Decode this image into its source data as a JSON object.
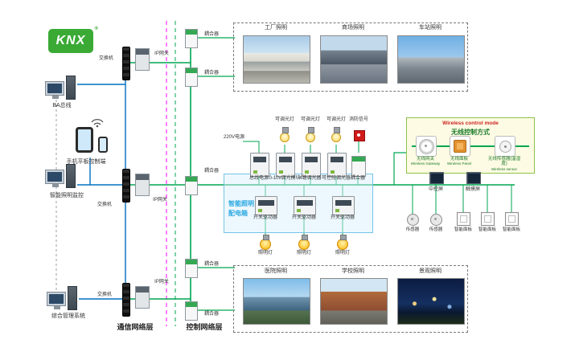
{
  "logo": {
    "text": "KNX",
    "reg": "®"
  },
  "terminals": {
    "ba": "BA总线",
    "mobile": "手机平板控制端",
    "monitor": "智能照明监控",
    "management": "综合管理系统"
  },
  "network": {
    "switch": "交换机",
    "gateway": "IP网关",
    "coupler": "耦合器",
    "comm_layer": "通信网络层",
    "control_layer": "控制网络层"
  },
  "top_photos": [
    {
      "label": "工厂照明"
    },
    {
      "label": "商场照明"
    },
    {
      "label": "车站照明"
    }
  ],
  "bottom_photos": [
    {
      "label": "医院照明"
    },
    {
      "label": "学校照明"
    },
    {
      "label": "景观照明"
    }
  ],
  "panel": {
    "title1": "智能照明",
    "title2": "配电箱",
    "power": "220V电源",
    "top_lamps": [
      {
        "label": "可调光灯"
      },
      {
        "label": "可调光灯"
      },
      {
        "label": "可调光灯"
      },
      {
        "label": "消防信号"
      }
    ],
    "modules": [
      {
        "label": "总线电源"
      },
      {
        "label": "0-10v调光模块"
      },
      {
        "label": "4路调光器"
      },
      {
        "label": "可控硅调光器"
      },
      {
        "label": "耦合器"
      }
    ],
    "drivers": [
      {
        "label": "开关驱动器"
      },
      {
        "label": "开关驱动器"
      },
      {
        "label": "开关驱动器"
      }
    ],
    "lamps": [
      {
        "label": "照明灯"
      },
      {
        "label": "照明灯"
      },
      {
        "label": "照明灯"
      }
    ]
  },
  "wireless": {
    "title_en": "Wireless control mode",
    "title_cn": "无线控制方式",
    "items": [
      {
        "cn": "无线网关",
        "en": "Wireless Gateway"
      },
      {
        "cn": "无线面板",
        "en": "Wireless Panel"
      },
      {
        "cn": "无线传感器(温湿度)",
        "en": "Wireless sensor"
      }
    ]
  },
  "right_devices": {
    "screens": [
      {
        "label": "中控屏"
      },
      {
        "label": "触摸屏"
      }
    ],
    "sensors": [
      {
        "label": "传感器"
      },
      {
        "label": "传感器"
      }
    ],
    "panels": [
      {
        "label": "智能面板"
      },
      {
        "label": "智能面板"
      },
      {
        "label": "智能面板"
      }
    ]
  },
  "colors": {
    "knx_green": "#3aaa35",
    "bus_green": "#00a651",
    "line_blue": "#0070c0",
    "layer_magenta": "#ff00ff",
    "panel_blue": "#74c3e8",
    "wireless_bg": "#fdfbe3",
    "alarm_red": "#d11a1a"
  }
}
